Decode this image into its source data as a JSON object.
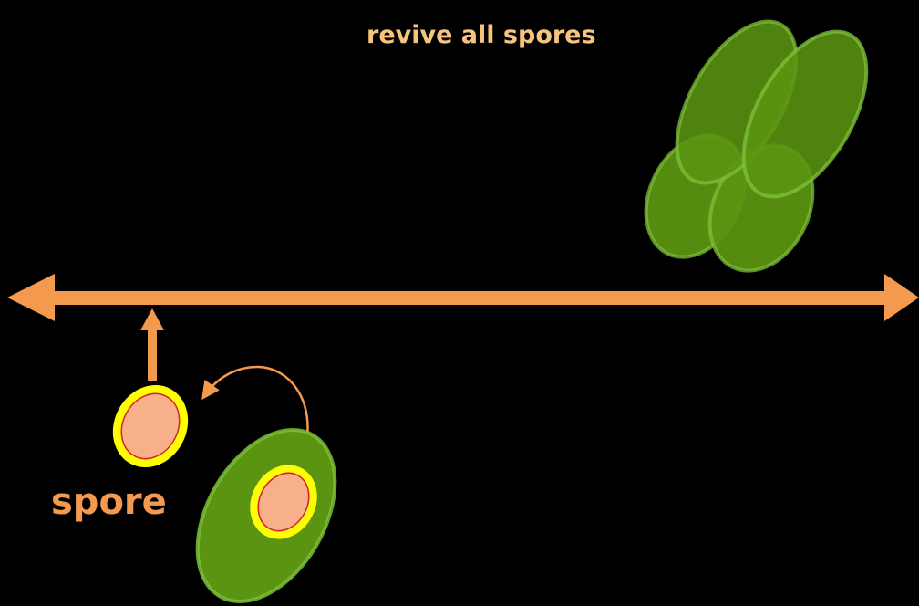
{
  "labels": {
    "title": "revive all spores",
    "spore": "spore"
  },
  "colors": {
    "background": "#000000",
    "axis": "#f49a4e",
    "cell_fill": "#5a9410",
    "cell_edge": "#7dbf3a",
    "spore_fill": "#f7b08a",
    "spore_ring": "#ffff00",
    "spore_outline": "#d4232a",
    "title_text": "#f7c47f",
    "spore_text": "#f49a4e"
  },
  "icons": {
    "axis": "double-headed-arrow",
    "up_arrow": "arrow-up",
    "curved_arrow": "curved-arrow"
  }
}
